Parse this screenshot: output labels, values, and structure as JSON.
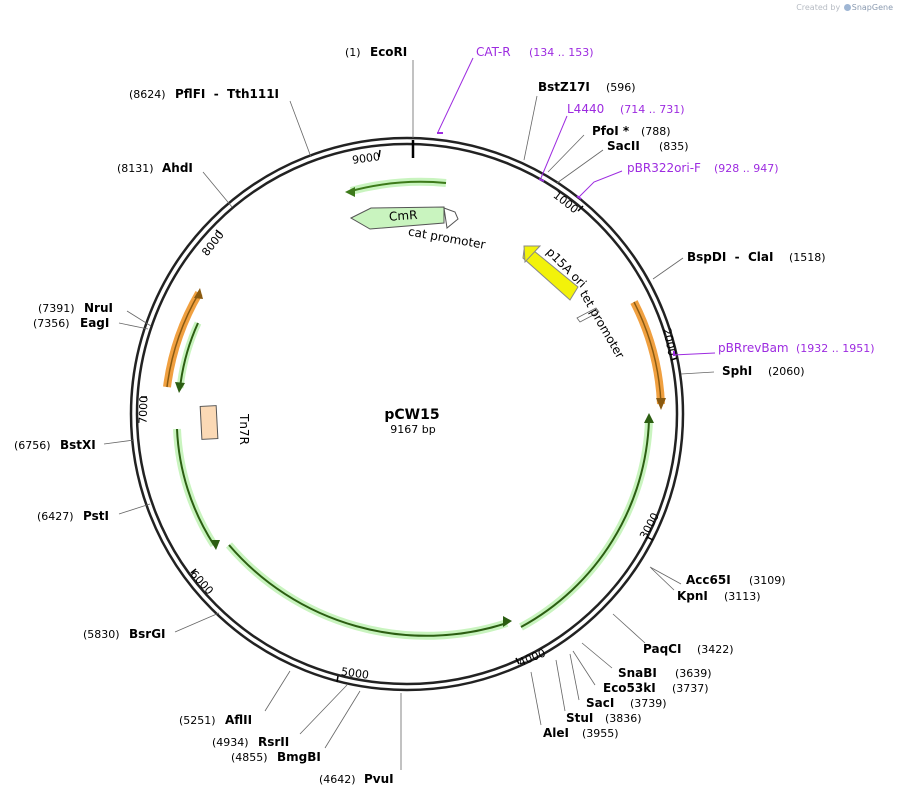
{
  "credit": {
    "prefix": "Created by",
    "brand": "SnapGene"
  },
  "plasmid": {
    "name": "pCW15",
    "length_label": "9167 bp"
  },
  "ruler_ticks": [
    "1000",
    "2000",
    "3000",
    "4000",
    "5000",
    "6000",
    "7000",
    "8000",
    "9000"
  ],
  "sites": [
    {
      "name": "EcoRI",
      "pos": "(1)",
      "side": "left"
    },
    {
      "name": "PflFI  -  Tth111I",
      "pos": "(8624)",
      "side": "left"
    },
    {
      "name": "AhdI",
      "pos": "(8131)",
      "side": "left"
    },
    {
      "name": "NruI",
      "pos": "(7391)",
      "side": "left"
    },
    {
      "name": "EagI",
      "pos": "(7356)",
      "side": "left"
    },
    {
      "name": "BstXI",
      "pos": "(6756)",
      "side": "left"
    },
    {
      "name": "PstI",
      "pos": "(6427)",
      "side": "left"
    },
    {
      "name": "BsrGI",
      "pos": "(5830)",
      "side": "left"
    },
    {
      "name": "AflII",
      "pos": "(5251)",
      "side": "left"
    },
    {
      "name": "RsrII",
      "pos": "(4934)",
      "side": "left"
    },
    {
      "name": "BmgBI",
      "pos": "(4855)",
      "side": "left"
    },
    {
      "name": "PvuI",
      "pos": "(4642)",
      "side": "left"
    },
    {
      "name": "BstZ17I",
      "pos": "(596)",
      "side": "right"
    },
    {
      "name": "PfoI *",
      "pos": "(788)",
      "side": "right"
    },
    {
      "name": "SacII",
      "pos": "(835)",
      "side": "right"
    },
    {
      "name": "BspDI  -  ClaI",
      "pos": "(1518)",
      "side": "right"
    },
    {
      "name": "SphI",
      "pos": "(2060)",
      "side": "right"
    },
    {
      "name": "Acc65I",
      "pos": "(3109)",
      "side": "right"
    },
    {
      "name": "KpnI",
      "pos": "(3113)",
      "side": "right"
    },
    {
      "name": "PaqCI",
      "pos": "(3422)",
      "side": "right"
    },
    {
      "name": "SnaBI",
      "pos": "(3639)",
      "side": "right"
    },
    {
      "name": "Eco53kI",
      "pos": "(3737)",
      "side": "right"
    },
    {
      "name": "SacI",
      "pos": "(3739)",
      "side": "right"
    },
    {
      "name": "StuI",
      "pos": "(3836)",
      "side": "right"
    },
    {
      "name": "AleI",
      "pos": "(3955)",
      "side": "right"
    }
  ],
  "primers": [
    {
      "name": "CAT-R",
      "range": "(134 .. 153)"
    },
    {
      "name": "L4440",
      "range": "(714 .. 731)"
    },
    {
      "name": "pBR322ori-F",
      "range": "(928 .. 947)"
    },
    {
      "name": "pBRrevBam",
      "range": "(1932 .. 1951)"
    }
  ],
  "features": [
    {
      "name": "CmR"
    },
    {
      "name": "cat promoter"
    },
    {
      "name": "p15A ori"
    },
    {
      "name": "tet promoter"
    },
    {
      "name": "Tn7R"
    }
  ],
  "colors": {
    "backbone": "#222222",
    "primer": "#9d2be0",
    "cds_green": "#c9f4bf",
    "cds_green_dark": "#3d7a1a",
    "orange": "#f0a040",
    "ori_yellow": "#f2f20a",
    "tn7_fill": "#fbd9b5"
  }
}
